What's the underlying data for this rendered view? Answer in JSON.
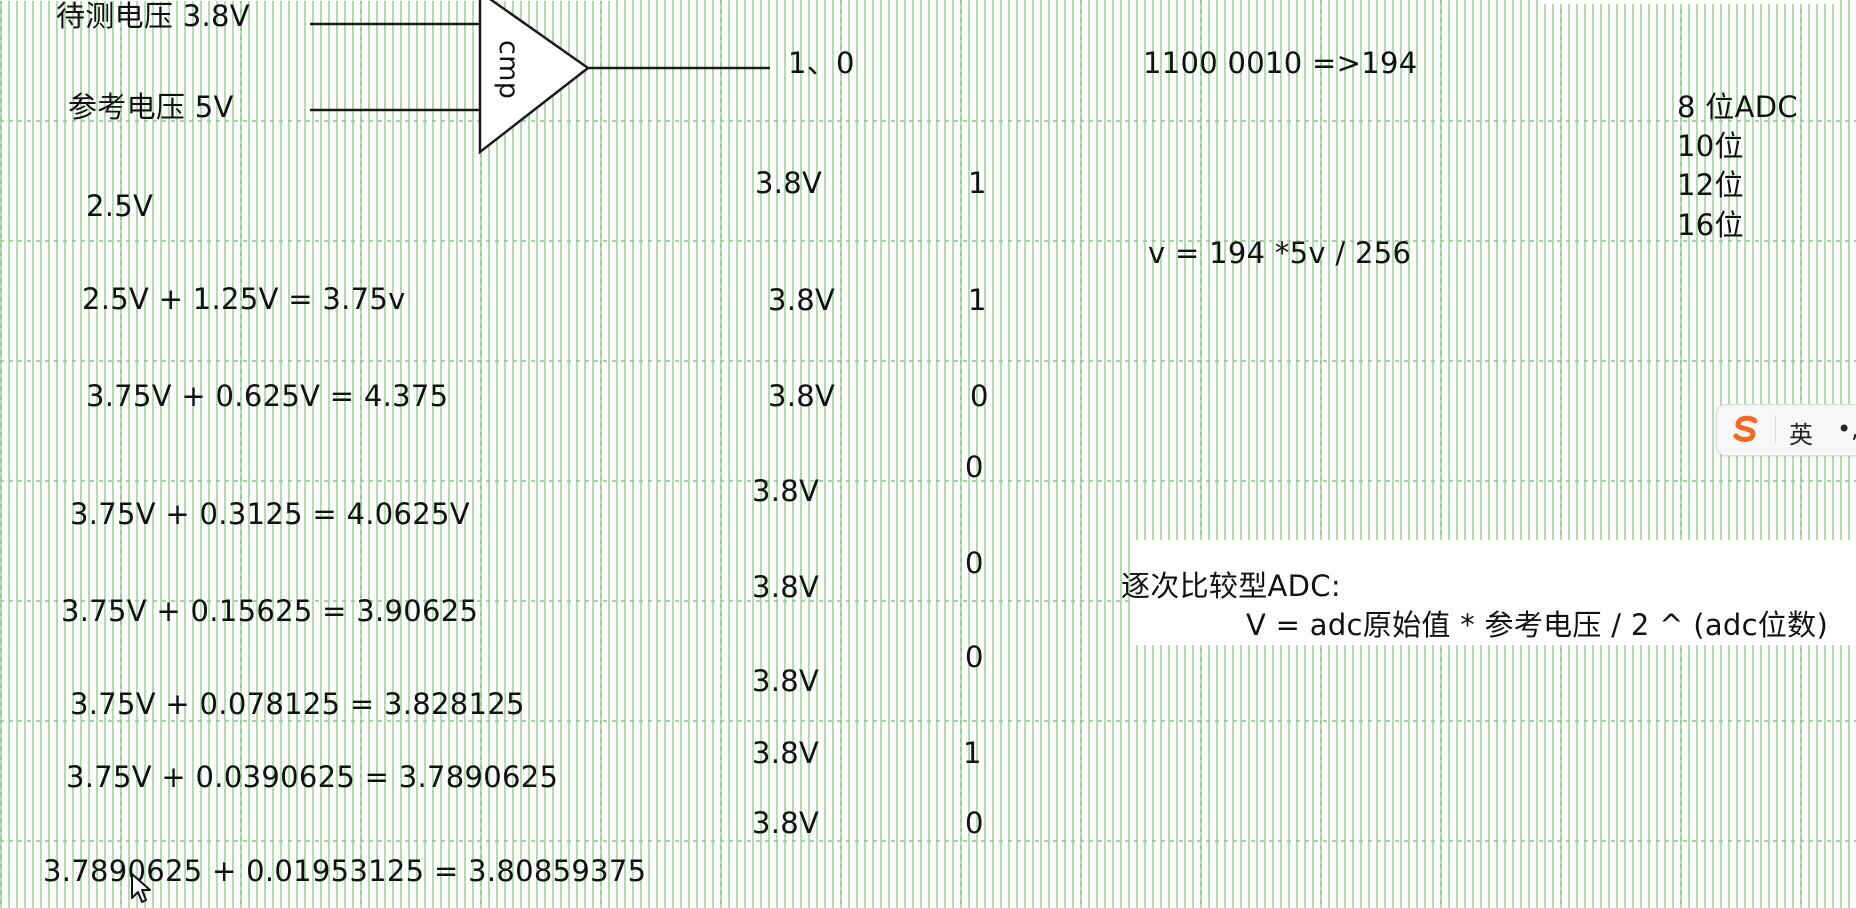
{
  "inputs": {
    "measured_label": "待测电压 3.8V",
    "reference_label": "参考电压 5V"
  },
  "comparator": {
    "label": "cmp",
    "output_label": "1、0"
  },
  "steps": [
    {
      "expr": "2.5V",
      "vin": "3.8V",
      "bit": "1"
    },
    {
      "expr": "2.5V + 1.25V = 3.75v",
      "vin": "3.8V",
      "bit": "1"
    },
    {
      "expr": "3.75V + 0.625V = 4.375",
      "vin": "3.8V",
      "bit": "0"
    },
    {
      "expr": "3.75V + 0.3125 = 4.0625V",
      "vin": "3.8V",
      "bit": "0"
    },
    {
      "expr": "3.75V + 0.15625 = 3.90625",
      "vin": "3.8V",
      "bit": "0"
    },
    {
      "expr": "3.75V + 0.078125 = 3.828125",
      "vin": "3.8V",
      "bit": "0"
    },
    {
      "expr": "3.75V + 0.0390625 = 3.7890625",
      "vin": "3.8V",
      "bit": "1"
    },
    {
      "expr": "3.7890625 + 0.01953125 = 3.80859375",
      "vin": "3.8V",
      "bit": "0"
    }
  ],
  "result": {
    "binary": "1100 0010  =>194",
    "formula": "v = 194 *5v / 256"
  },
  "resolutions": [
    "8 位ADC",
    "10位",
    "12位",
    "16位"
  ],
  "sar": {
    "title": "逐次比较型ADC:",
    "formula": "V = adc原始值 * 参考电压 / 2 ^ (adc位数)"
  },
  "ime": {
    "logo": "sogou-s-icon",
    "lang_label": "英",
    "more": "•,"
  },
  "colors": {
    "grid": "#8fc98f",
    "text": "#111111",
    "line": "#1a1a1a",
    "ime_logo": "#f26a21"
  }
}
